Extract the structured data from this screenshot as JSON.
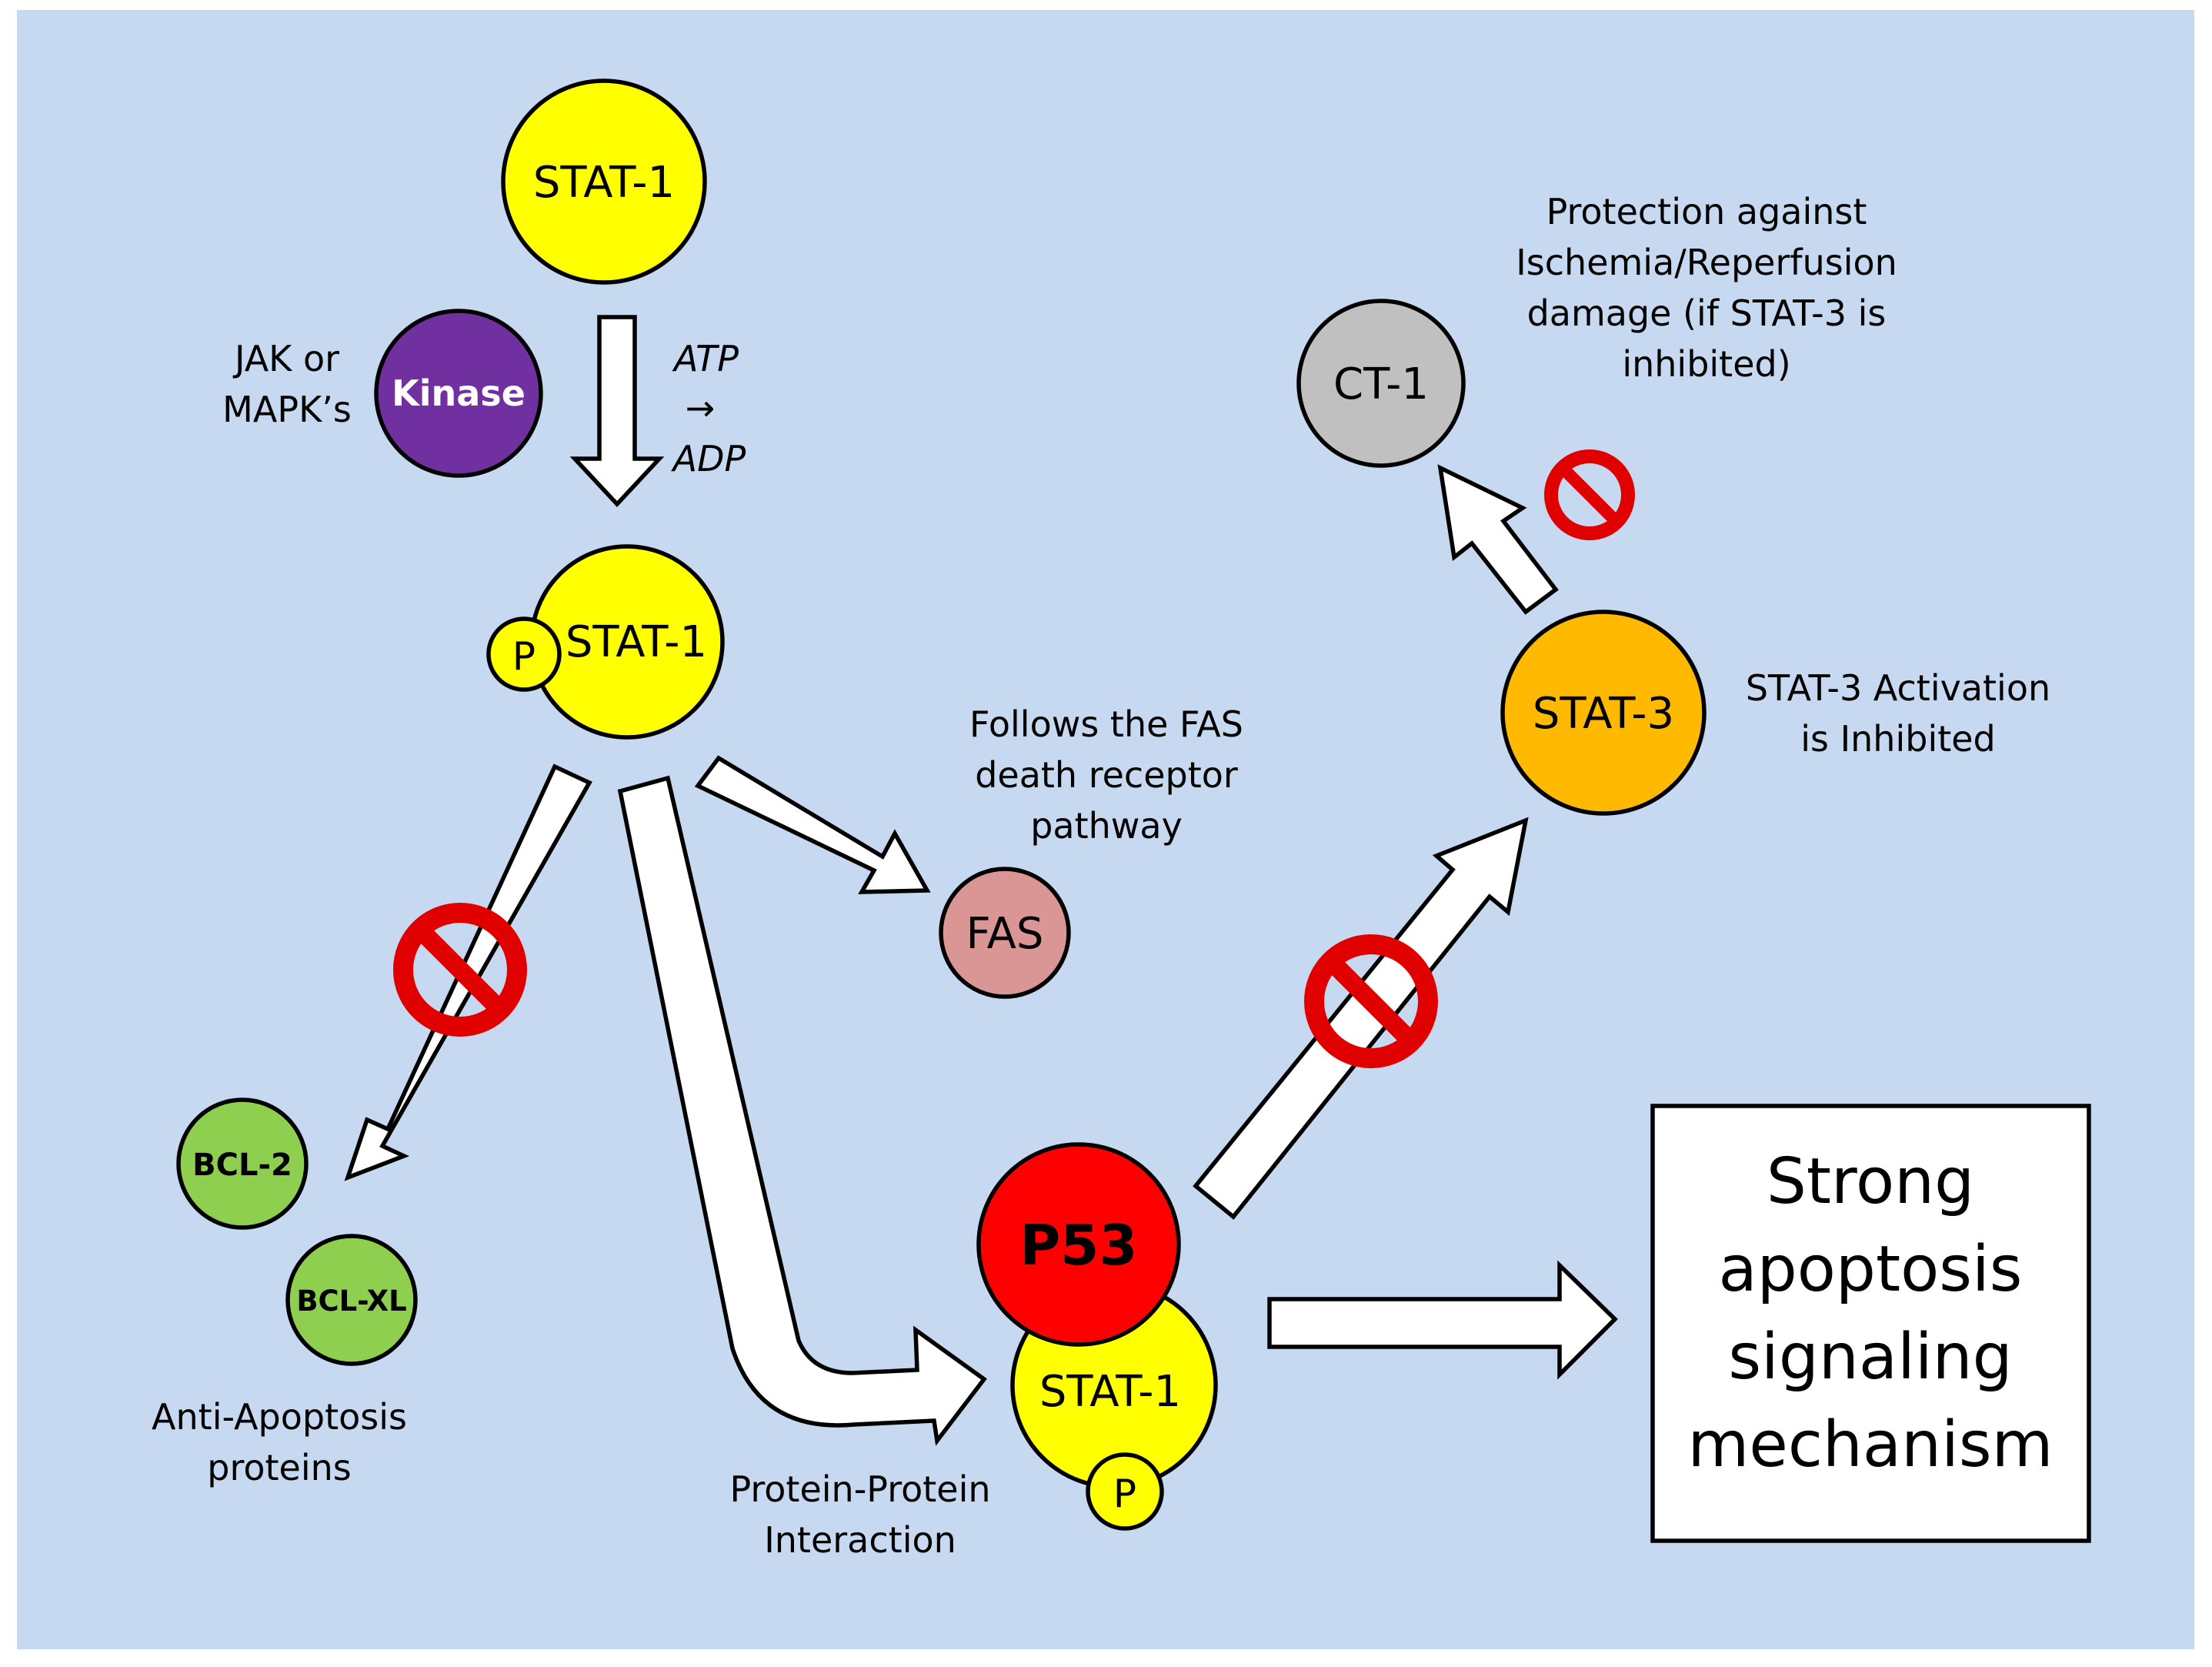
{
  "colors": {
    "background": "#c6d9f0",
    "stat1": "#ffff00",
    "kinase": "#7030a0",
    "stat3": "#ffb900",
    "ct1": "#c0c0c0",
    "fas": "#d99694",
    "p53": "#ff0000",
    "bcl": "#8fcf4f",
    "inhibit": "#e10000"
  },
  "nodes": {
    "stat1_top": "STAT-1",
    "kinase": "Kinase",
    "stat1_phos": "STAT-1",
    "phosphate_1": "P",
    "fas": "FAS",
    "bcl2": "BCL-2",
    "bclxl": "BCL-XL",
    "p53": "P53",
    "stat1_bottom": "STAT-1",
    "phosphate_2": "P",
    "stat3": "STAT-3",
    "ct1": "CT-1"
  },
  "notes": {
    "kinase_source": [
      "JAK or",
      "MAPK’s"
    ],
    "atp_adp": [
      "ATP",
      "→",
      "ADP"
    ],
    "fas_pathway": [
      "Follows the FAS",
      "death receptor",
      "pathway"
    ],
    "anti_apoptosis": [
      "Anti-Apoptosis",
      "proteins"
    ],
    "protein_interaction": [
      "Protein-Protein",
      "Interaction"
    ],
    "stat3_inhibited": [
      "STAT-3 Activation",
      "is Inhibited"
    ],
    "protection": [
      "Protection against",
      "Ischemia/Reperfusion",
      "damage (if STAT-3 is",
      "inhibited)"
    ]
  },
  "result": {
    "lines": [
      "Strong",
      "apoptosis",
      "signaling",
      "mechanism"
    ]
  },
  "icons": {
    "inhibit": "no-entry-icon"
  }
}
